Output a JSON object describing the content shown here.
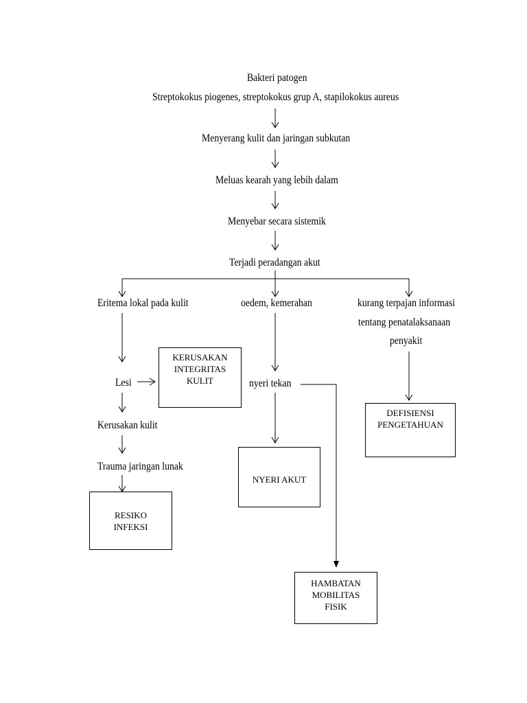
{
  "flow": {
    "cause": {
      "title": "Bakteri patogen",
      "agents": "Streptokokus piogenes, streptokokus grup A, stapilokokus aureus"
    },
    "steps": [
      "Menyerang kulit dan jaringan subkutan",
      "Meluas kearah yang lebih dalam",
      "Menyebar secara sistemik",
      "Terjadi peradangan akut"
    ],
    "branches": {
      "left": {
        "head": "Eritema lokal pada kulit",
        "lesi": "Lesi",
        "kerusakan": "Kerusakan kulit",
        "trauma": "Trauma jaringan lunak"
      },
      "middle": {
        "head": "oedem, kemerahan",
        "nyeri": "nyeri tekan"
      },
      "right": {
        "line1": "kurang terpajan informasi",
        "line2": "tentang penatalaksanaan",
        "line3": "penyakit"
      }
    },
    "diagnoses": {
      "kerusakan_integritas": "KERUSAKAN\nINTEGRITAS\nKULIT",
      "resiko_infeksi": "RESIKO\nINFEKSI",
      "nyeri_akut": "NYERI AKUT",
      "hambatan_mobilitas": "HAMBATAN\nMOBILITAS\nFISIK",
      "defisiensi": "DEFISIENSI\nPENGETAHUAN"
    }
  }
}
